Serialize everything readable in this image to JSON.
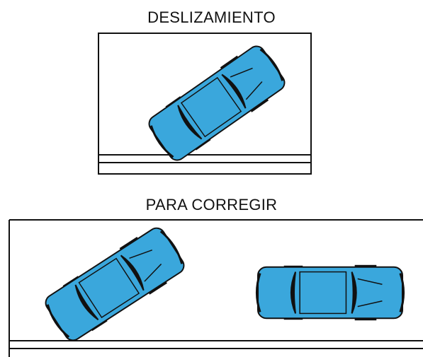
{
  "titles": {
    "skid": "DESLIZAMIENTO",
    "correct": "PARA CORREGIR"
  },
  "colors": {
    "car_body": "#3aa7dc",
    "outline": "#111111",
    "tire": "#111111",
    "background": "#ffffff"
  },
  "cars": [
    {
      "id": "skid-car",
      "scene": "skid",
      "heading_deg": -35
    },
    {
      "id": "correcting-car",
      "scene": "correct",
      "heading_deg": -33
    },
    {
      "id": "straight-car",
      "scene": "correct",
      "heading_deg": 0
    }
  ]
}
